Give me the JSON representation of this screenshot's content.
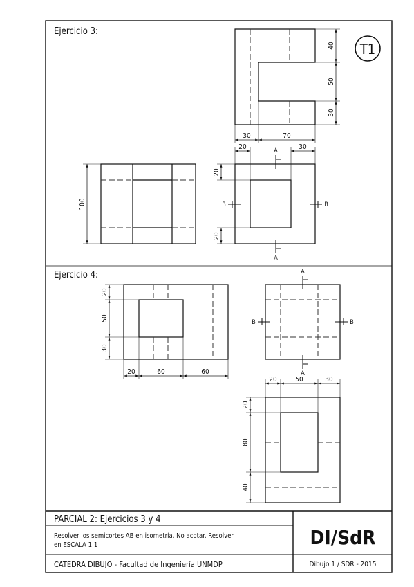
{
  "sheet": {
    "badge": "T1",
    "exercise3_title": "Ejercicio 3:",
    "exercise4_title": "Ejercicio 4:",
    "title_block": {
      "title": "PARCIAL 2: Ejercicios 3 y 4",
      "instructions_line1": "Resolver los semicortes AB en isometría. No acotar. Resolver",
      "instructions_line2": "en ESCALA 1:1",
      "course": "CATEDRA DIBUJO - Facultad de Ingeniería UNMDP",
      "logo": "DI/SdR",
      "drawing_ref": "Dibujo 1 / SDR - 2015"
    }
  },
  "ex3": {
    "top_view": {
      "dim_right": [
        "40",
        "50",
        "30"
      ],
      "dim_bottom": [
        "30",
        "70"
      ]
    },
    "front_view": {
      "dim_left": [
        "100"
      ]
    },
    "side_view": {
      "dim_top": [
        "20",
        "30"
      ],
      "dim_left": [
        "20",
        "20"
      ],
      "cut_labels": {
        "top": "A",
        "bottom": "A",
        "left": "B",
        "right": "B"
      }
    }
  },
  "ex4": {
    "front_view": {
      "dim_left": [
        "20",
        "50",
        "30"
      ],
      "dim_bottom": [
        "20",
        "60",
        "60"
      ]
    },
    "side_view": {
      "cut_labels": {
        "top": "A",
        "bottom": "A",
        "left": "B",
        "right": "B"
      }
    },
    "top_view": {
      "dim_top": [
        "20",
        "50",
        "30"
      ],
      "dim_left": [
        "20",
        "80",
        "40"
      ]
    }
  }
}
